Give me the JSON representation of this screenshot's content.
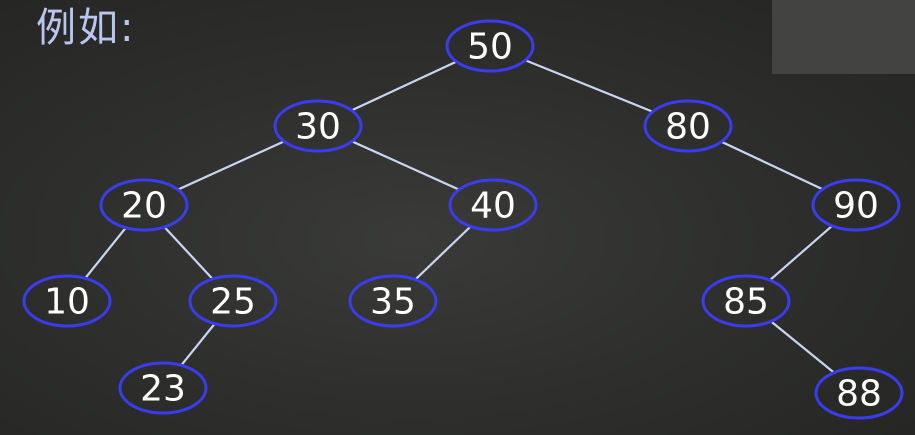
{
  "caption": "例如:",
  "colors": {
    "background": "#2f302e",
    "caption_text": "#b9c6f0",
    "edge": "#c9d6f2",
    "node_outline": "#3a3cf0",
    "node_text": "#ffffff"
  },
  "tree": {
    "nodes": [
      {
        "id": "n50",
        "label": "50"
      },
      {
        "id": "n30",
        "label": "30"
      },
      {
        "id": "n80",
        "label": "80"
      },
      {
        "id": "n20",
        "label": "20"
      },
      {
        "id": "n40",
        "label": "40"
      },
      {
        "id": "n90",
        "label": "90"
      },
      {
        "id": "n10",
        "label": "10"
      },
      {
        "id": "n25",
        "label": "25"
      },
      {
        "id": "n35",
        "label": "35"
      },
      {
        "id": "n85",
        "label": "85"
      },
      {
        "id": "n23",
        "label": "23"
      },
      {
        "id": "n88",
        "label": "88"
      }
    ],
    "edges": [
      [
        "n50",
        "n30"
      ],
      [
        "n50",
        "n80"
      ],
      [
        "n30",
        "n20"
      ],
      [
        "n30",
        "n40"
      ],
      [
        "n80",
        "n90"
      ],
      [
        "n20",
        "n10"
      ],
      [
        "n20",
        "n25"
      ],
      [
        "n40",
        "n35"
      ],
      [
        "n90",
        "n85"
      ],
      [
        "n25",
        "n23"
      ],
      [
        "n85",
        "n88"
      ]
    ]
  }
}
